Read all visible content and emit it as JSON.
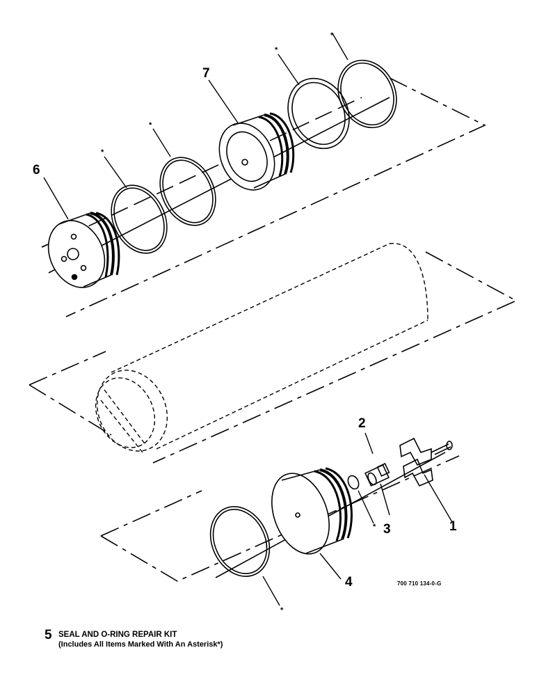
{
  "callouts": {
    "c1": "1",
    "c2": "2",
    "c3": "3",
    "c4": "4",
    "c6": "6",
    "c7": "7"
  },
  "asterisk": "*",
  "reference_number": "700 710 134-0-G",
  "kit": {
    "number": "5",
    "title": "SEAL AND O-RING REPAIR KIT",
    "note": "(Includes All Items Marked With An Asterisk*)"
  }
}
